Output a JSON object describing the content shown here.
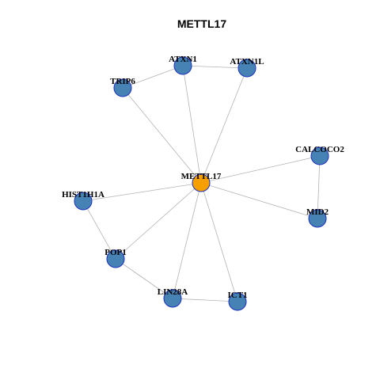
{
  "title": "METTL17",
  "colors": {
    "center_node": "#f5a000",
    "neighbor_node": "#4682b4",
    "node_border": "#1a2fbf",
    "edge": "#b3b3b3"
  },
  "graph": {
    "nodes": [
      {
        "id": "METTL17",
        "label": "METTL17",
        "role": "center"
      },
      {
        "id": "ATXN1",
        "label": "ATXN1",
        "role": "neighbor"
      },
      {
        "id": "ATXN1L",
        "label": "ATXN1L",
        "role": "neighbor"
      },
      {
        "id": "TRIP6",
        "label": "TRIP6",
        "role": "neighbor"
      },
      {
        "id": "CALCOCO2",
        "label": "CALCOCO2",
        "role": "neighbor"
      },
      {
        "id": "HIST1H1A",
        "label": "HIST1H1A",
        "role": "neighbor"
      },
      {
        "id": "MID2",
        "label": "MID2",
        "role": "neighbor"
      },
      {
        "id": "POP1",
        "label": "POP1",
        "role": "neighbor"
      },
      {
        "id": "LIN28A",
        "label": "LIN28A",
        "role": "neighbor"
      },
      {
        "id": "ICT1",
        "label": "ICT1",
        "role": "neighbor"
      }
    ],
    "edges": [
      [
        "METTL17",
        "ATXN1"
      ],
      [
        "METTL17",
        "ATXN1L"
      ],
      [
        "METTL17",
        "TRIP6"
      ],
      [
        "METTL17",
        "CALCOCO2"
      ],
      [
        "METTL17",
        "HIST1H1A"
      ],
      [
        "METTL17",
        "MID2"
      ],
      [
        "METTL17",
        "POP1"
      ],
      [
        "METTL17",
        "LIN28A"
      ],
      [
        "METTL17",
        "ICT1"
      ],
      [
        "TRIP6",
        "ATXN1"
      ],
      [
        "ATXN1",
        "ATXN1L"
      ],
      [
        "CALCOCO2",
        "MID2"
      ],
      [
        "HIST1H1A",
        "POP1"
      ],
      [
        "POP1",
        "LIN28A"
      ],
      [
        "LIN28A",
        "ICT1"
      ]
    ]
  }
}
